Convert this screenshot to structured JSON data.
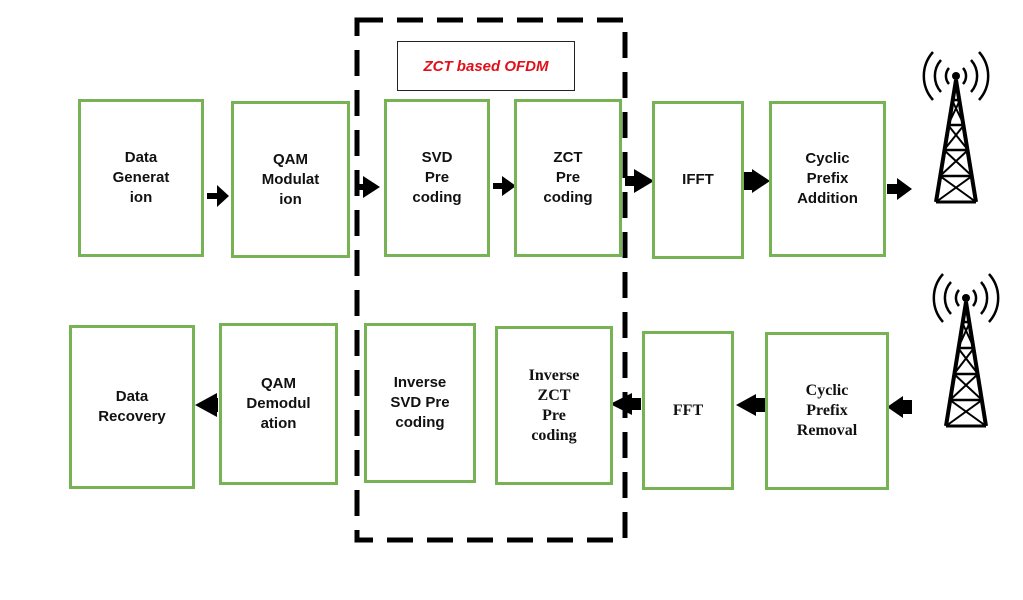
{
  "group_label": "ZCT based OFDM",
  "colors": {
    "box_border": "#77b255",
    "group_title": "#e0101a",
    "arrow": "#000000"
  },
  "transmitter": [
    {
      "label": "Data\nGenerat\nion"
    },
    {
      "label": "QAM\nModulat\nion"
    },
    {
      "label": "SVD\nPre\ncoding"
    },
    {
      "label": "ZCT\nPre\ncoding"
    },
    {
      "label": "IFFT"
    },
    {
      "label": "Cyclic\nPrefix\nAddition"
    }
  ],
  "receiver": [
    {
      "label": "Data\nRecovery"
    },
    {
      "label": "QAM\nDemodul\nation"
    },
    {
      "label": "Inverse\nSVD Pre\ncoding"
    },
    {
      "label": "Inverse\nZCT\nPre\ncoding"
    },
    {
      "label": "FFT"
    },
    {
      "label": "Cyclic\nPrefix\nRemoval"
    }
  ],
  "icons": {
    "tx_antenna": "antenna-tower-icon",
    "rx_antenna": "antenna-tower-icon"
  }
}
